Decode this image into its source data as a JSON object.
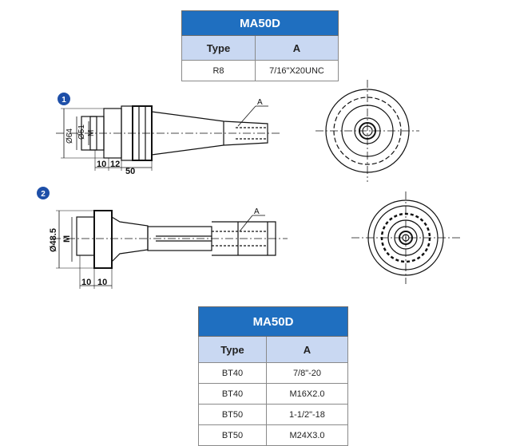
{
  "table1": {
    "title": "MA50D",
    "col_type": "Type",
    "col_a": "A",
    "rows": [
      {
        "type": "R8",
        "a": "7/16\"X20UNC"
      }
    ]
  },
  "table2": {
    "title": "MA50D",
    "col_type": "Type",
    "col_a": "A",
    "rows": [
      {
        "type": "BT40",
        "a": "7/8\"-20"
      },
      {
        "type": "BT40",
        "a": "M16X2.0"
      },
      {
        "type": "BT50",
        "a": "1-1/2\"-18"
      },
      {
        "type": "BT50",
        "a": "M24X3.0"
      }
    ]
  },
  "drawing1": {
    "badge": "1",
    "label_a": "A",
    "dim_d64": "Ø64",
    "dim_d51": "Ø51",
    "dim_m": "M",
    "dim_10": "10",
    "dim_12": "12",
    "dim_50": "50"
  },
  "drawing2": {
    "badge": "2",
    "label_a": "A",
    "dim_d485": "Ø48.5",
    "dim_m": "M",
    "dim_10a": "10",
    "dim_10b": "10"
  },
  "colors": {
    "header_blue": "#1f6fc0",
    "subheader_blue": "#c9d8f2",
    "badge_blue": "#1e4fa8"
  }
}
